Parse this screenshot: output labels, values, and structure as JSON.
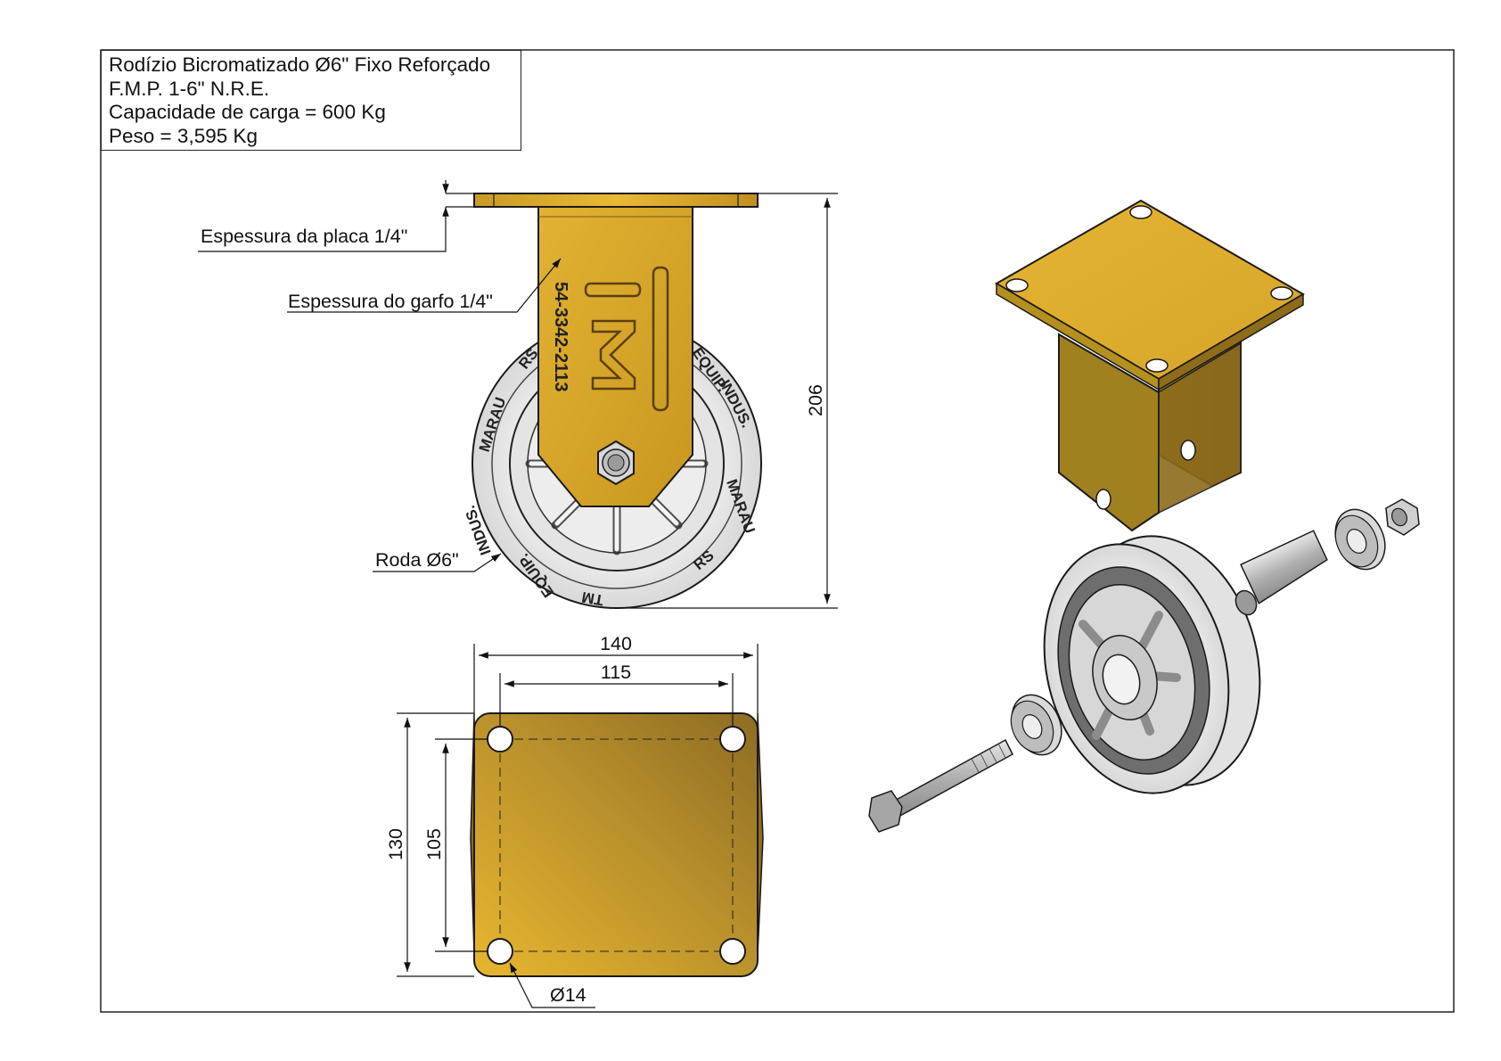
{
  "title_block": {
    "line1": "Rodízio Bicromatizado Ø6\" Fixo Reforçado",
    "line2": "F.M.P. 1-6\" N.R.E.",
    "line3": "Capacidade de carga = 600 Kg",
    "line4": "Peso = 3,595 Kg"
  },
  "callouts": {
    "plate_thickness": "Espessura da placa 1/4\"",
    "fork_thickness": "Espessura do garfo 1/4\"",
    "wheel": "Roda Ø6\"",
    "hole": "Ø14"
  },
  "dimensions": {
    "height": "206",
    "plate_width": "140",
    "hole_spacing_x": "115",
    "plate_depth": "130",
    "hole_spacing_y": "105"
  },
  "fork_marks": {
    "logo": "TM",
    "phone": "54-3342-2113"
  },
  "tire_text": {
    "t1": "RS",
    "t2": "MARAU",
    "t3": "INDUS.",
    "t4": "EQUIP.",
    "t5": "TM",
    "t6": "EQUIP.",
    "t7": "INDUS.",
    "t8": "MARAU",
    "t9": "RS"
  },
  "colors": {
    "plate_light": "#E7B52C",
    "plate_mid": "#D4A22A",
    "plate_dark": "#8A6A1E",
    "steel": "#C8C8C8",
    "tire": "#E8E8E8",
    "line": "#1A1A1A"
  }
}
